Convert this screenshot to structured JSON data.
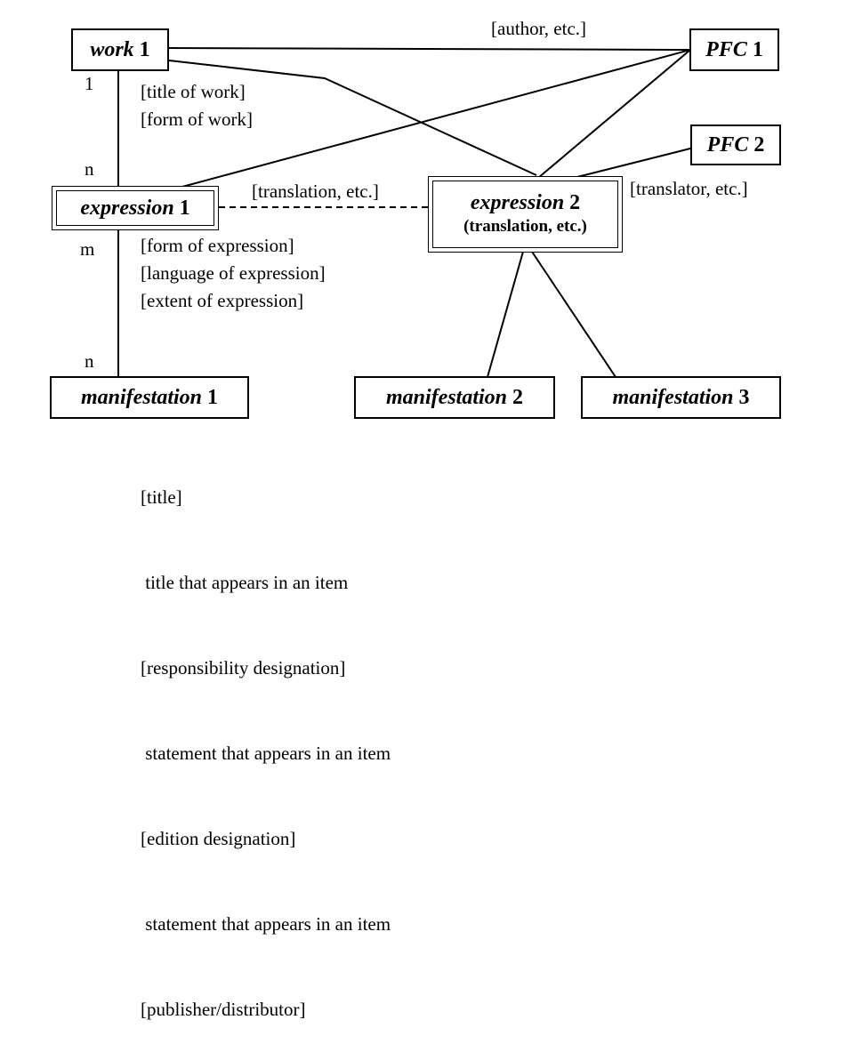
{
  "nodes": {
    "work1": {
      "name": "work",
      "num": "1"
    },
    "pfc1": {
      "name": "PFC",
      "num": "1"
    },
    "pfc2": {
      "name": "PFC",
      "num": "2"
    },
    "expression1": {
      "name": "expression",
      "num": "1"
    },
    "expression2": {
      "name": "expression",
      "num": "2",
      "sub": "(translation, etc.)"
    },
    "manifestation1": {
      "name": "manifestation",
      "num": "1"
    },
    "manifestation2": {
      "name": "manifestation",
      "num": "2"
    },
    "manifestation3": {
      "name": "manifestation",
      "num": "3"
    }
  },
  "labels": {
    "author": "[author, etc.]",
    "translator": "[translator, etc.]",
    "translation": "[translation, etc.]",
    "work_attrs": [
      "[title of work]",
      "[form of work]"
    ],
    "expression_attrs": [
      "[form of expression]",
      "[language of expression]",
      "[extent of expression]"
    ],
    "manifestation_attrs": [
      "[title]",
      " title that appears in an item",
      "[responsibility designation]",
      " statement that appears in an item",
      "[edition designation]",
      " statement that appears in an item",
      "[publisher/distributor]"
    ]
  },
  "cardinalities": {
    "work_side": "1",
    "expression_upper": "n",
    "expression_lower": "m",
    "manifestation_side": "n"
  }
}
